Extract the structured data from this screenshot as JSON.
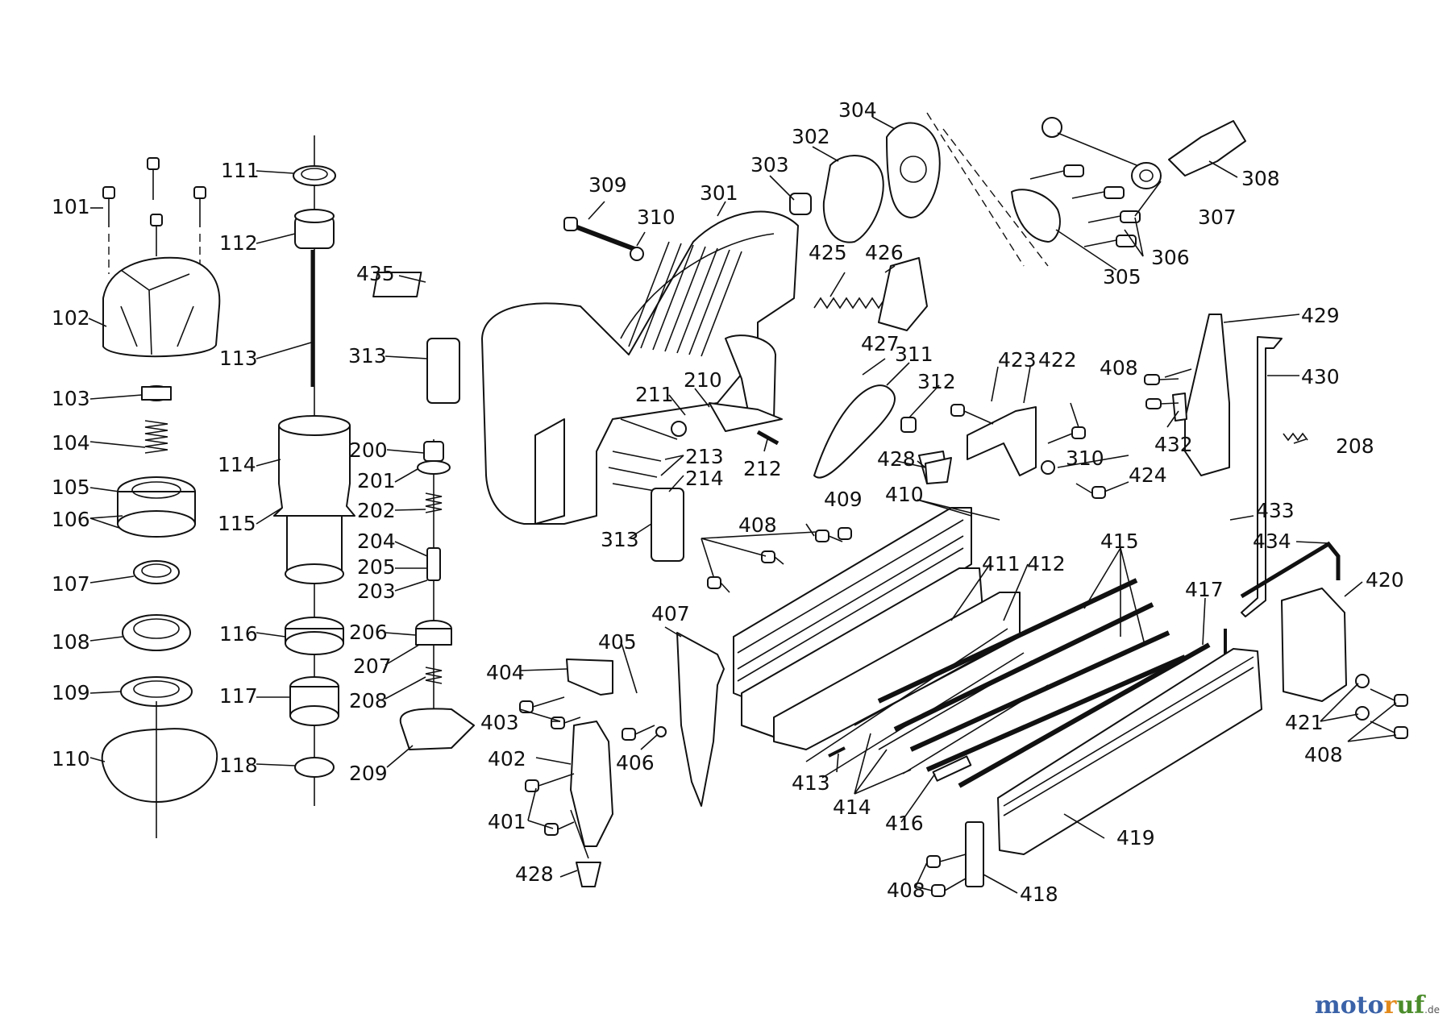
{
  "brand": {
    "p1": "moto",
    "p2": "r",
    "p3": "uf",
    "tld": ".de"
  },
  "labels": [
    "101",
    "102",
    "103",
    "104",
    "105",
    "106",
    "107",
    "108",
    "109",
    "110",
    "111",
    "112",
    "113",
    "114",
    "115",
    "116",
    "117",
    "118",
    "200",
    "201",
    "202",
    "203",
    "204",
    "205",
    "206",
    "207",
    "208",
    "209",
    "210",
    "211",
    "212",
    "213",
    "214",
    "301",
    "302",
    "303",
    "304",
    "305",
    "306",
    "307",
    "308",
    "309",
    "310",
    "311",
    "312",
    "313",
    "401",
    "402",
    "403",
    "404",
    "405",
    "406",
    "407",
    "408",
    "409",
    "410",
    "411",
    "412",
    "413",
    "414",
    "415",
    "416",
    "417",
    "418",
    "419",
    "420",
    "421",
    "422",
    "423",
    "424",
    "425",
    "426",
    "427",
    "428",
    "429",
    "430",
    "432",
    "433",
    "434",
    "435"
  ]
}
